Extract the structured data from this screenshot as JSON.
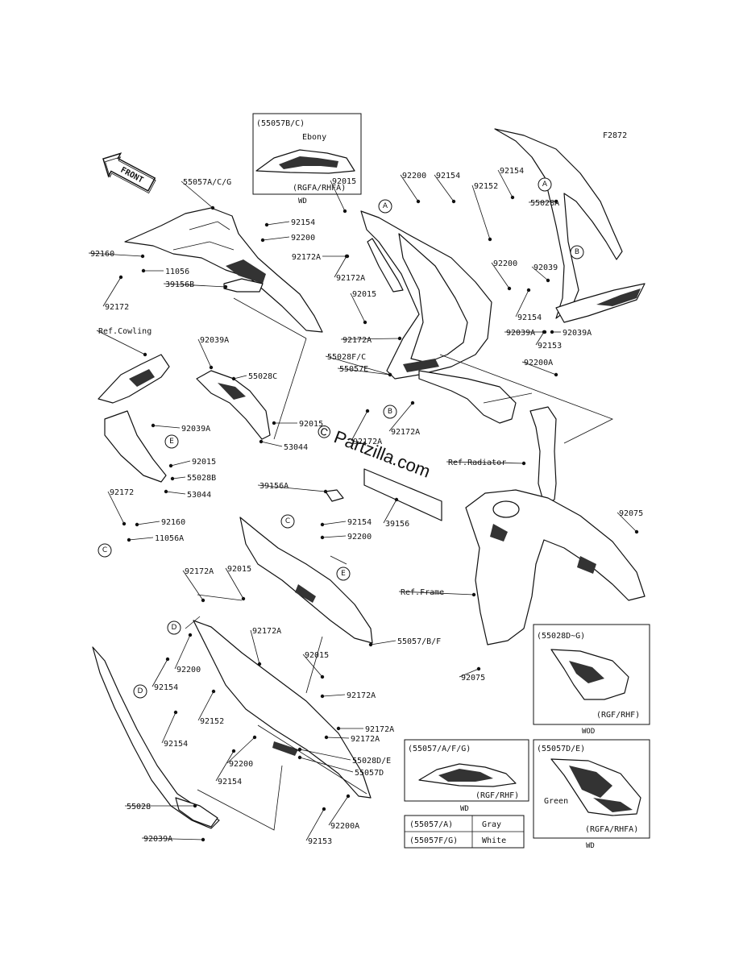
{
  "diagram_code": "F2872",
  "watermark": "© Partzilla.com",
  "front_arrow": {
    "label": "FRONT"
  },
  "callouts": [
    "A",
    "A",
    "B",
    "B",
    "C",
    "C",
    "D",
    "D",
    "E",
    "E"
  ],
  "part_labels": [
    "55057A/C/G",
    "92154",
    "92200",
    "92172A",
    "92160",
    "11056",
    "39156B",
    "92172",
    "92015",
    "92200",
    "92154",
    "92154",
    "92152",
    "55028A",
    "92172A",
    "92015",
    "92200",
    "92039",
    "92154",
    "92039A",
    "92039A",
    "92153",
    "92172A",
    "55028F/C",
    "55057E",
    "92200A",
    "92172A",
    "92172A",
    "Ref.Cowling",
    "92039A",
    "55028C",
    "92015",
    "53044",
    "92039A",
    "92015",
    "55028B",
    "53044",
    "92172",
    "92160",
    "11056A",
    "39156A",
    "92154",
    "92200",
    "39156",
    "Ref.Radiator",
    "92075",
    "Ref.Frame",
    "92075",
    "92172A",
    "92015",
    "92172A",
    "55057/B/F",
    "92200",
    "92015",
    "92154",
    "92172A",
    "92152",
    "92154",
    "92172A",
    "92172A",
    "92200",
    "92154",
    "55028D/E",
    "55057D",
    "55028",
    "92039A",
    "92200A",
    "92153"
  ],
  "inset_top": {
    "code": "(55057B/C)",
    "color": "Ebony",
    "model": "(RGFA/RHFA)",
    "tag": "WD"
  },
  "inset_d_g": {
    "code": "(55028D~G)",
    "model": "(RGF/RHF)",
    "tag": "WOD"
  },
  "inset_a_f_g": {
    "code": "(55057/A/F/G)",
    "model": "(RGF/RHF)",
    "tag": "WD"
  },
  "inset_d_e": {
    "code": "(55057D/E)",
    "color": "Green",
    "model": "(RGFA/RHFA)",
    "tag": "WD"
  },
  "color_table": [
    {
      "code": "(55057/A)",
      "color": "Gray"
    },
    {
      "code": "(55057F/G)",
      "color": "White"
    }
  ]
}
